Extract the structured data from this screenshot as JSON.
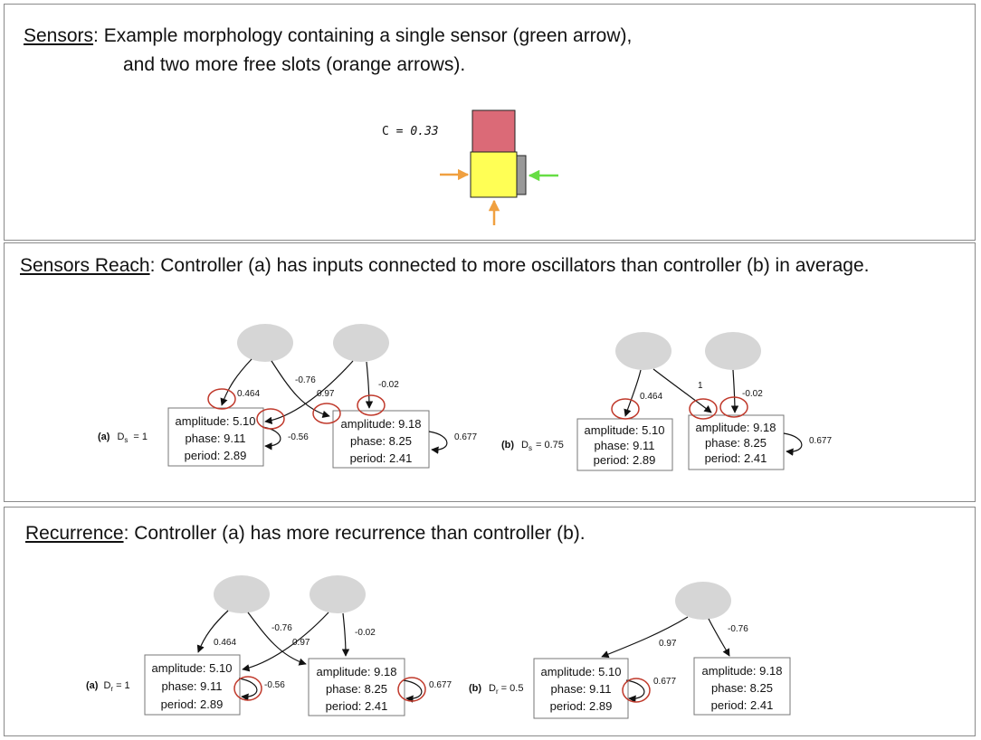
{
  "colors": {
    "panel_border": "#8a8a8a",
    "oscillator_fill": "#d6d6d6",
    "highlight_circle": "#c0392b",
    "slot_arrow": "#f0a040",
    "sensor_arrow": "#66dd44",
    "block_top": "#db6a77",
    "block_core": "#ffff55",
    "sensor": "#999999"
  },
  "sensors": {
    "term": "Sensors",
    "line1": ": Example morphology containing a single sensor (green arrow),",
    "line2": "and two more free slots (orange arrows).",
    "c_label": "C = ",
    "c_value": "0.33"
  },
  "reach": {
    "term": "Sensors Reach",
    "text": ": Controller (a) has inputs connected to more  oscillators than controller (b) in average.",
    "a": {
      "tag": "(a)",
      "metric": "D",
      "sub": "s",
      "value": "= 1",
      "box1": [
        "amplitude: 5.10",
        "phase: 9.11",
        "period: 2.89"
      ],
      "box2": [
        "amplitude: 9.18",
        "phase: 8.25",
        "period: 2.41"
      ],
      "weights": [
        "0.464",
        "-0.76",
        "0.97",
        "-0.02",
        "-0.56",
        "0.677"
      ]
    },
    "b": {
      "tag": "(b)",
      "metric": "D",
      "sub": "s",
      "value": "= 0.75",
      "box1": [
        "amplitude: 5.10",
        "phase: 9.11",
        "period: 2.89"
      ],
      "box2": [
        "amplitude: 9.18",
        "phase: 8.25",
        "period: 2.41"
      ],
      "weights": [
        "0.464",
        "1",
        "-0.02",
        "0.677"
      ]
    }
  },
  "recurrence": {
    "term": "Recurrence",
    "text": ": Controller (a) has more recurrence than controller (b).",
    "a": {
      "tag": "(a)",
      "metric": "D",
      "sub": "r",
      "value": "= 1",
      "box1": [
        "amplitude: 5.10",
        "phase: 9.11",
        "period: 2.89"
      ],
      "box2": [
        "amplitude: 9.18",
        "phase: 8.25",
        "period: 2.41"
      ],
      "weights": [
        "0.464",
        "-0.76",
        "0.97",
        "-0.02",
        "-0.56",
        "0.677"
      ]
    },
    "b": {
      "tag": "(b)",
      "metric": "D",
      "sub": "r",
      "value": "= 0.5",
      "box1": [
        "amplitude: 5.10",
        "phase: 9.11",
        "period: 2.89"
      ],
      "box2": [
        "amplitude: 9.18",
        "phase: 8.25",
        "period: 2.41"
      ],
      "weights": [
        "0.97",
        "0.677",
        "-0.76"
      ]
    }
  }
}
